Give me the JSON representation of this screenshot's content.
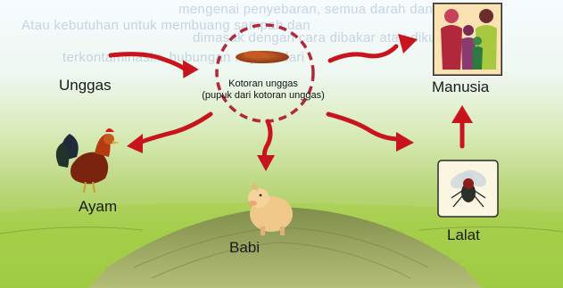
{
  "background_text": {
    "line1": "mengenai penyebaran, semua darah dan limbahnya",
    "line2": "Atau kebutuhan untuk membuang sampah dan",
    "line3": "dimasak dengan cara dibakar atau dikubur.",
    "line4": "terkontaminasi... hubungan ... jauh dari"
  },
  "nodes": {
    "unggas": "Unggas",
    "center_line1": "Kotoran unggas",
    "center_line2": "(pupuk dari kotoran unggas)",
    "manusia": "Manusia",
    "ayam": "Ayam",
    "babi": "Babi",
    "lalat": "Lalat"
  },
  "icons": {
    "manure": "manure-pile-icon",
    "family": "family-icon",
    "rooster": "rooster-icon",
    "pig": "pig-icon",
    "fly": "fly-icon"
  },
  "colors": {
    "arrow": "#c8141c",
    "circle": "#b0283a",
    "manure": "#b24a1c",
    "field": "#97c63c"
  }
}
